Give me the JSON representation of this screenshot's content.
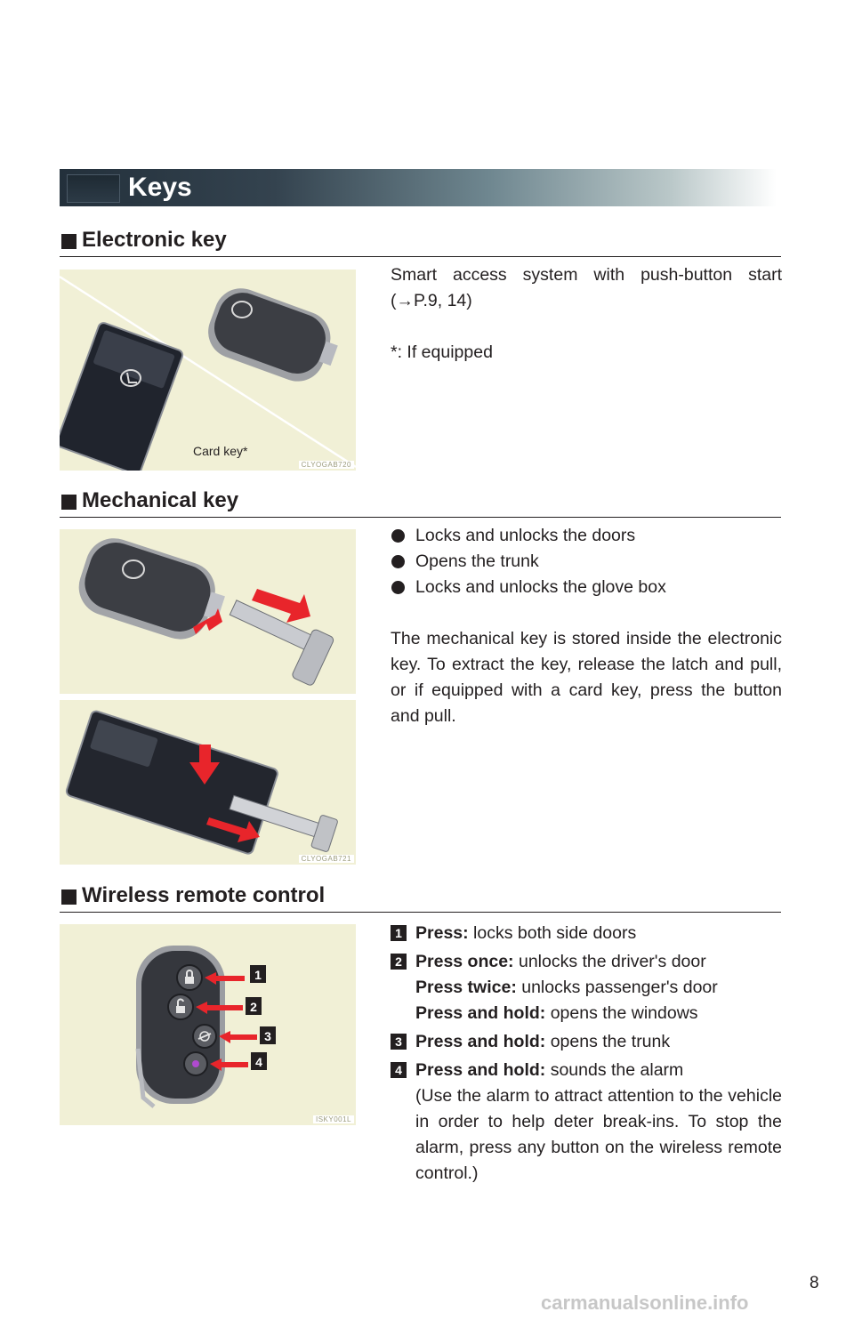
{
  "title": "Keys",
  "sections": {
    "electronic": {
      "heading": "Electronic key",
      "description": "Smart access system with push-button start (→P.9, 14)",
      "footnote": "*: If equipped",
      "image_label": "Card key*",
      "image_code": "CLYOGAB720"
    },
    "mechanical": {
      "heading": "Mechanical key",
      "bullets": [
        "Locks and unlocks the doors",
        "Opens the trunk",
        "Locks and unlocks the glove box"
      ],
      "description": "The mechanical key is stored inside the electronic key. To extract the key, release the latch and pull, or if equipped with a card key, press the button and pull.",
      "image_code": "CLYOGAB721"
    },
    "wireless": {
      "heading": "Wireless remote control",
      "image_code": "ISKY001L",
      "callouts": [
        "1",
        "2",
        "3",
        "4"
      ],
      "items": [
        {
          "num": "1",
          "lines": [
            {
              "label": "Press:",
              "text": " locks both side doors"
            }
          ]
        },
        {
          "num": "2",
          "lines": [
            {
              "label": "Press once:",
              "text": " unlocks the driver's door"
            },
            {
              "label": "Press twice:",
              "text": " unlocks passenger's door"
            },
            {
              "label": "Press and hold:",
              "text": " opens the windows"
            }
          ]
        },
        {
          "num": "3",
          "lines": [
            {
              "label": "Press and hold:",
              "text": " opens the trunk"
            }
          ]
        },
        {
          "num": "4",
          "lines": [
            {
              "label": "Press and hold:",
              "text": " sounds the alarm"
            }
          ],
          "note": "(Use the alarm to attract attention to the vehicle in order to help deter break-ins. To stop the alarm, press any button on the wireless remote control.)"
        }
      ]
    }
  },
  "page_number": "8",
  "watermark": "carmanualsonline.info",
  "colors": {
    "arrow": "#e8252b",
    "image_bg": "#f1f0d6",
    "text": "#231f20"
  },
  "icons": [
    "lexus-logo-icon",
    "lock-icon",
    "unlock-icon",
    "trunk-icon",
    "alarm-icon"
  ]
}
